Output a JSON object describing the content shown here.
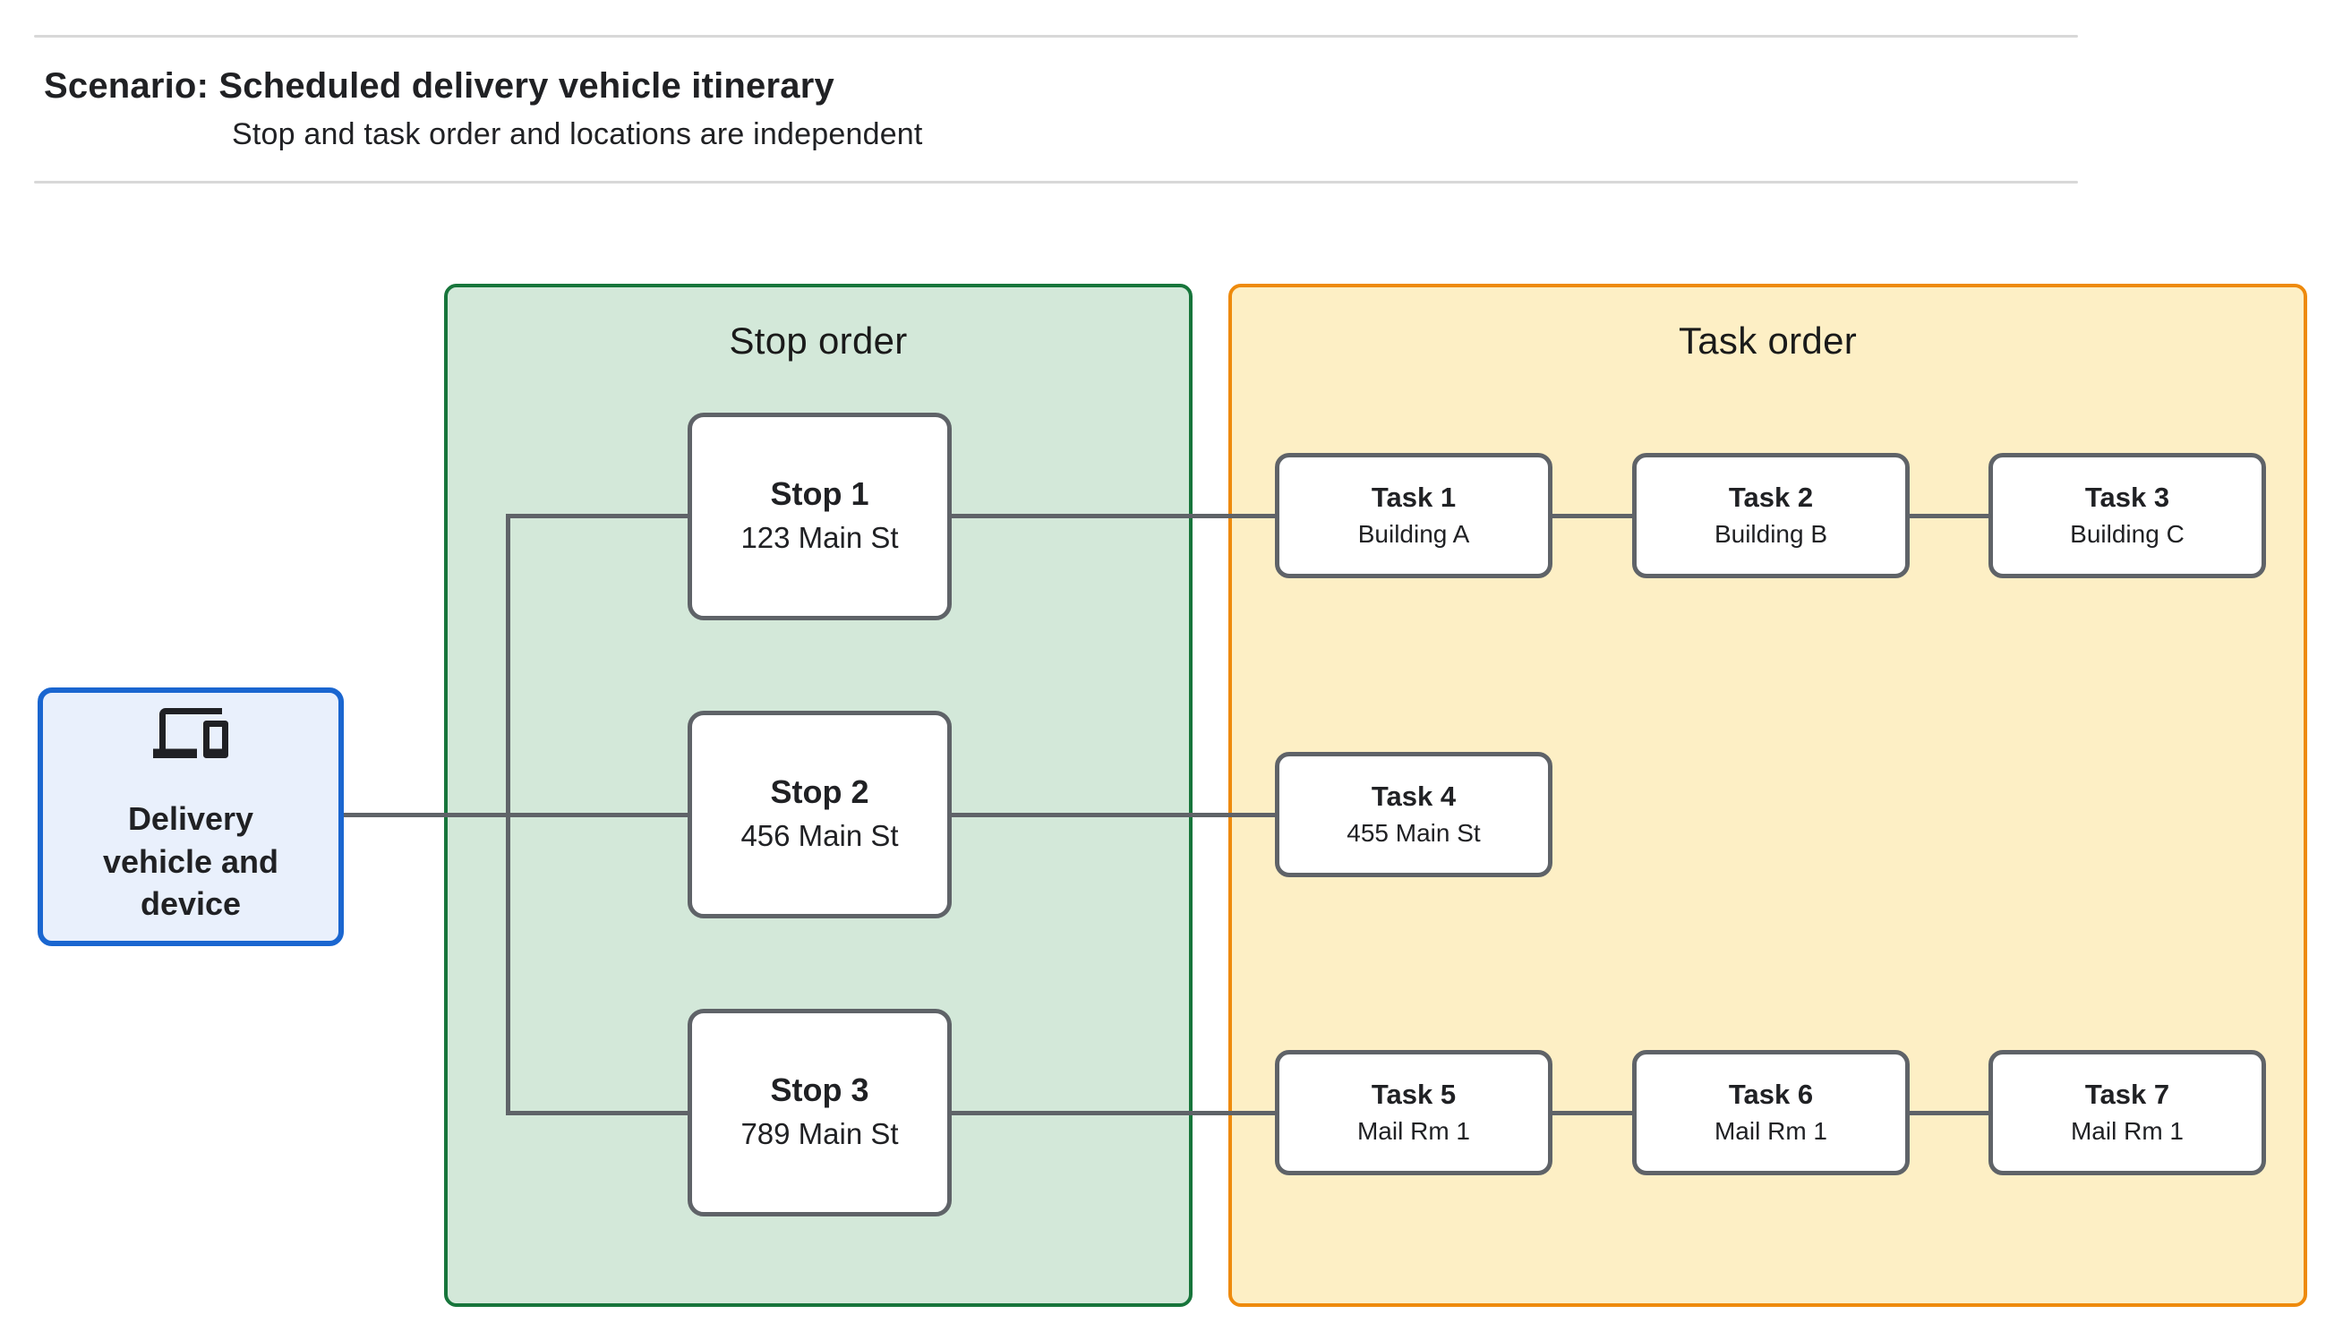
{
  "header": {
    "title": "Scenario: Scheduled delivery vehicle itinerary",
    "subtitle": "Stop and task order and locations are independent"
  },
  "source": {
    "label": "Delivery vehicle and device",
    "icon": "devices-icon"
  },
  "panels": {
    "stop_order": {
      "label": "Stop order",
      "fill": "#d3e8d9",
      "border": "#17753b",
      "stops": [
        {
          "title": "Stop 1",
          "subtitle": "123 Main St"
        },
        {
          "title": "Stop 2",
          "subtitle": "456 Main St"
        },
        {
          "title": "Stop 3",
          "subtitle": "789 Main St"
        }
      ]
    },
    "task_order": {
      "label": "Task order",
      "fill": "#fdefc5",
      "border": "#ee8a0c",
      "tasks": [
        {
          "title": "Task 1",
          "subtitle": "Building A"
        },
        {
          "title": "Task 2",
          "subtitle": "Building B"
        },
        {
          "title": "Task 3",
          "subtitle": "Building C"
        },
        {
          "title": "Task 4",
          "subtitle": "455 Main St"
        },
        {
          "title": "Task 5",
          "subtitle": "Mail Rm 1"
        },
        {
          "title": "Task 6",
          "subtitle": "Mail Rm 1"
        },
        {
          "title": "Task 7",
          "subtitle": "Mail Rm 1"
        }
      ]
    }
  },
  "colors": {
    "connector_gray": "#5f6368",
    "node_border_gray": "#5f6368",
    "source_border_blue": "#1a66d0",
    "source_fill_blue": "#e9f0fc",
    "divider_gray": "#d8d8d8",
    "text": "#202124"
  }
}
